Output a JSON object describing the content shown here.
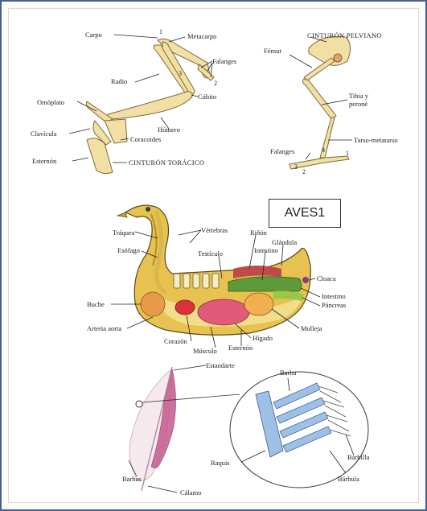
{
  "tag": "AVES1",
  "wing": {
    "carpo": "Carpo",
    "metacarpo": "Metacarpo",
    "falanges": "Falanges",
    "radio": "Radio",
    "cubito": "Cúbito",
    "omoplato": "Omóplato",
    "clavicula": "Clavícula",
    "coracoides": "Coracoides",
    "humero": "Húmero",
    "esternon": "Esternón",
    "cinturon_toracico": "CINTURÓN TORÁCICO",
    "n1": "1",
    "n2": "2",
    "n3": "3"
  },
  "leg": {
    "cinturon_pelviano": "CINTURÓN PELVIANO",
    "femur": "Fémur",
    "tibia_1": "Tibia y",
    "tibia_2": "peroné",
    "tarso": "Tarso-metatarso",
    "falanges": "Falanges",
    "n1": "1",
    "n2": "2",
    "n3": "3",
    "n4": "4"
  },
  "body": {
    "vertebras": "Vértebras",
    "traquea": "Tráquea",
    "rinon": "Riñón",
    "esofago": "Esófago",
    "glandula": "Glándula",
    "testiculo": "Testículo",
    "intestino_top": "Intestino",
    "cloaca": "Cloaca",
    "intestino": "Intestino",
    "pancreas": "Páncreas",
    "buche": "Buche",
    "molleja": "Molleja",
    "arteria": "Arteria aorta",
    "higado": "Hígado",
    "corazon": "Corazón",
    "esternon": "Esternón",
    "musculo": "Músculo"
  },
  "feather": {
    "estandarte": "Estandarte",
    "barba": "Barba",
    "raquis": "Raquis",
    "barbilla": "Barbilla",
    "barbula": "Bárbula",
    "barbas": "Barbas",
    "calamo": "Cálamo"
  }
}
